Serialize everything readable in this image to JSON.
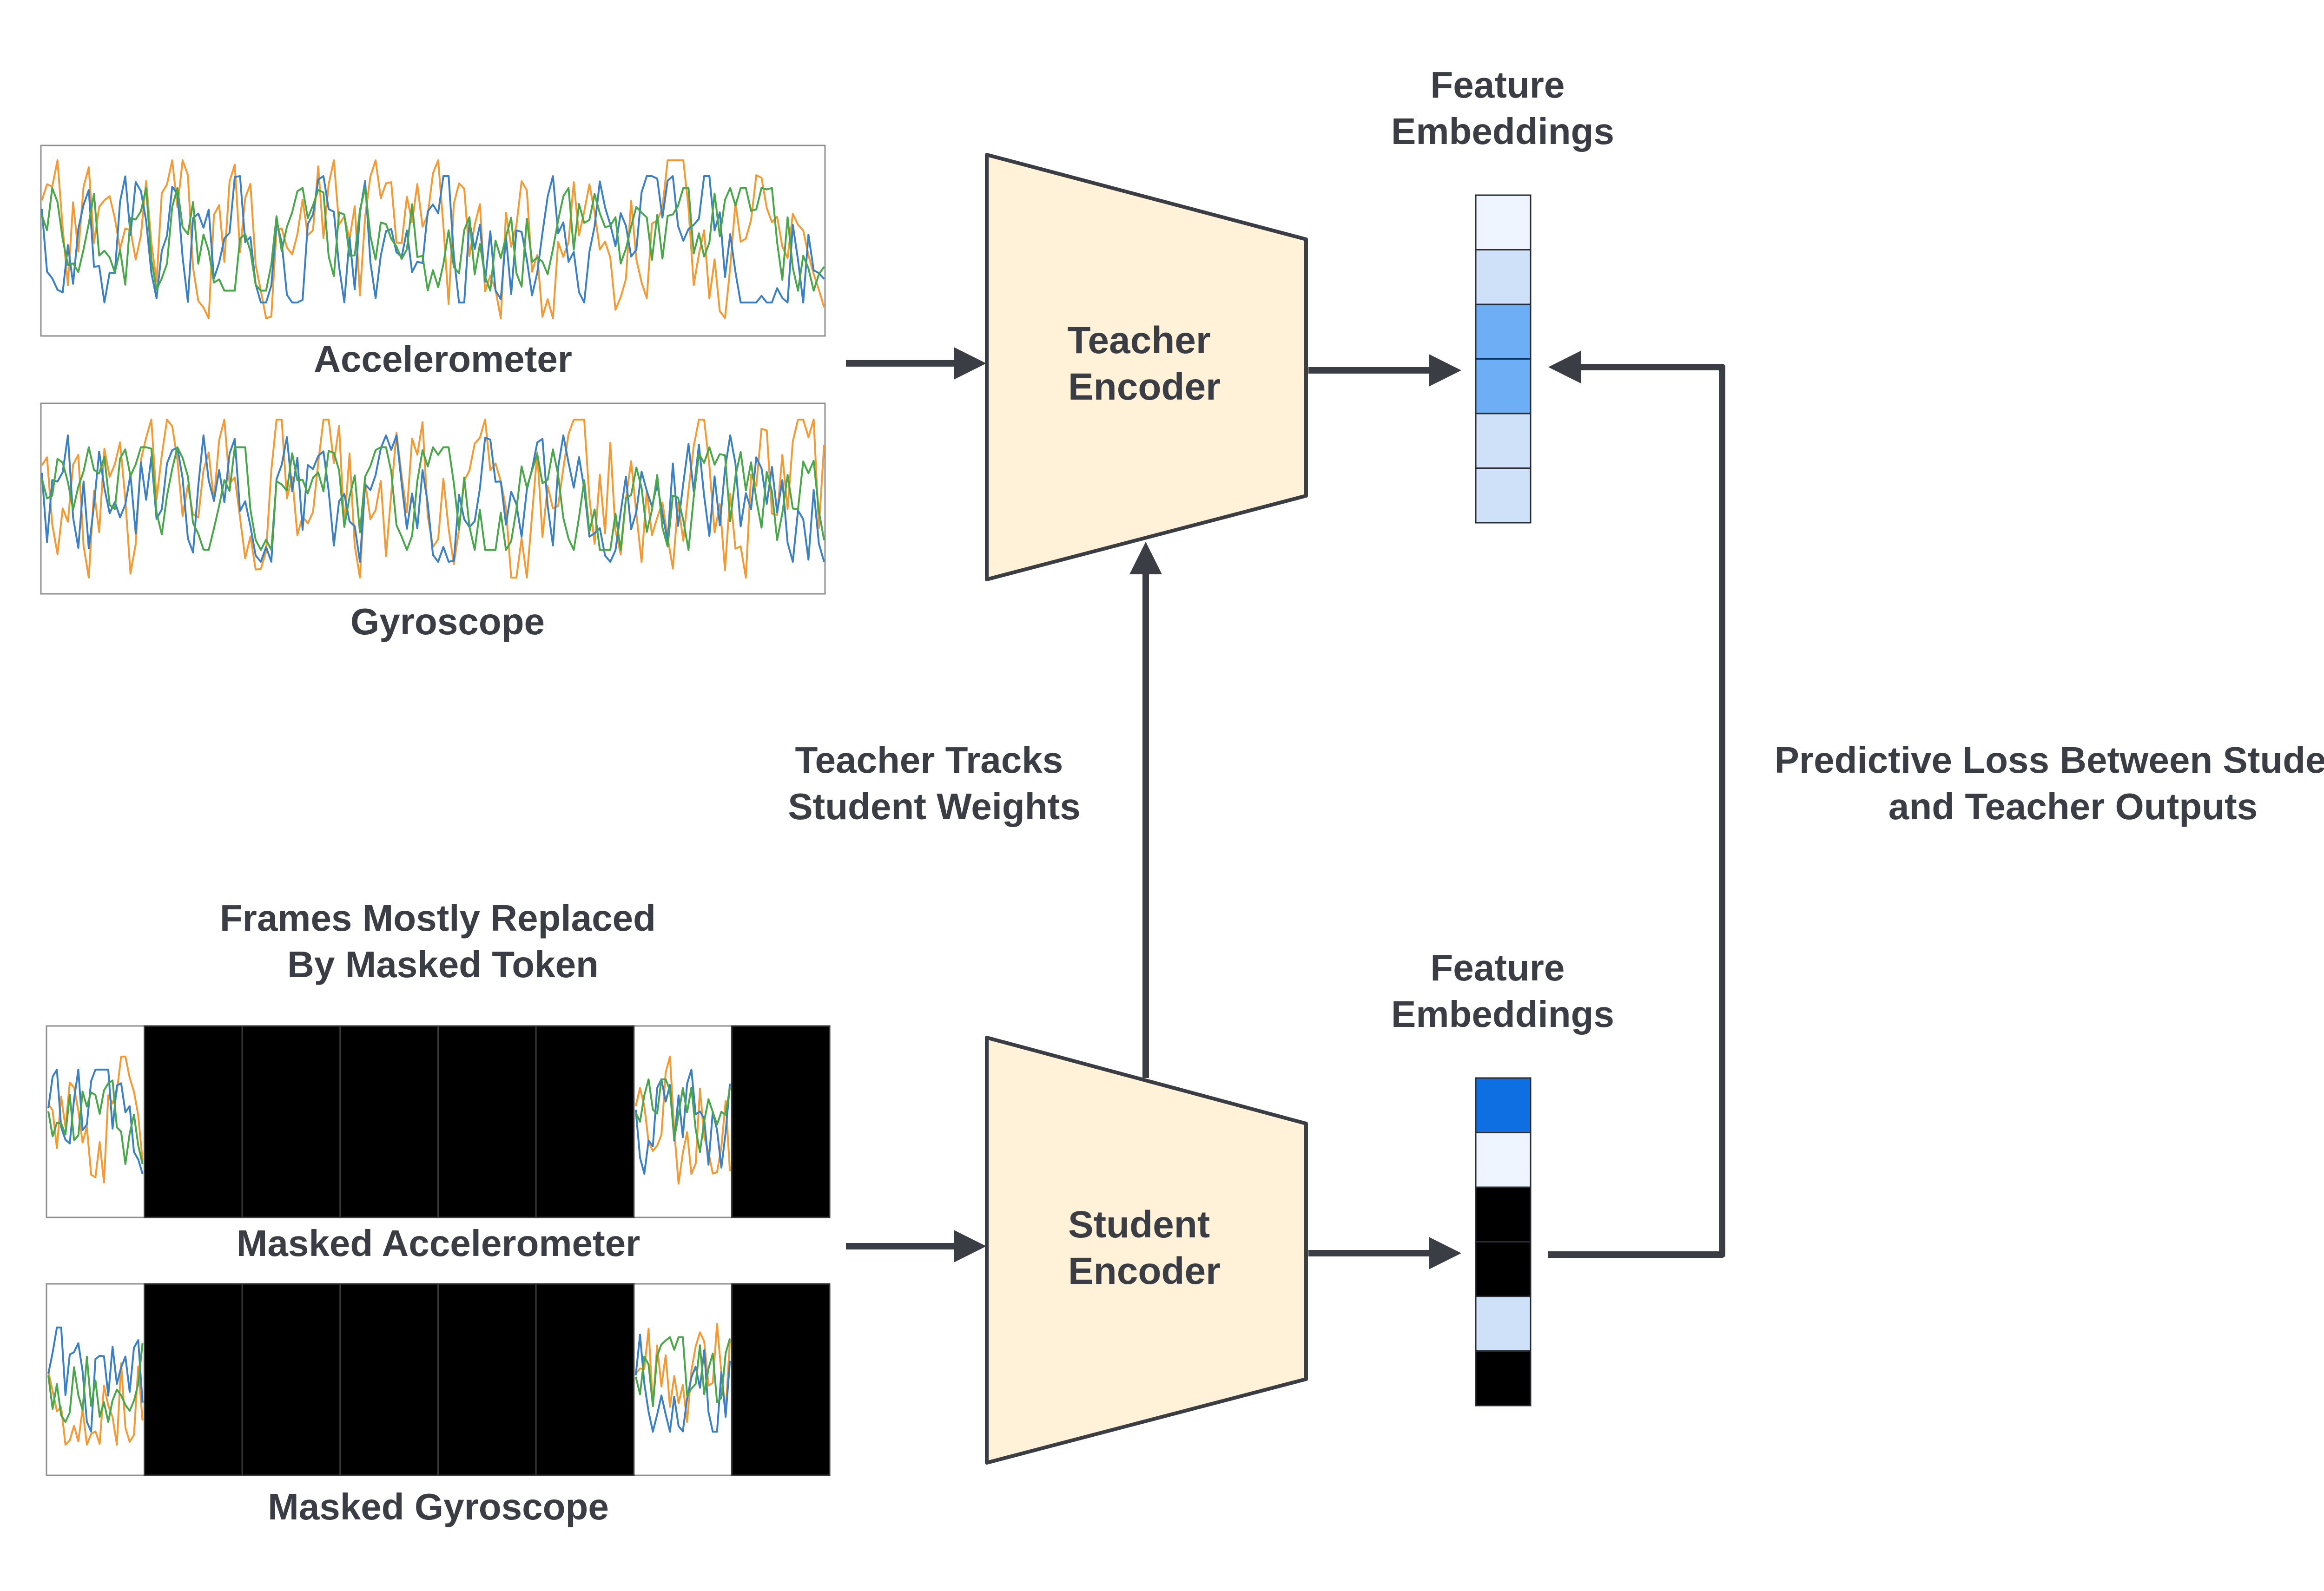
{
  "top": {
    "accelerometer_label": "Accelerometer",
    "gyroscope_label": "Gyroscope",
    "teacher_line1": "Teacher",
    "teacher_line2": "Encoder",
    "embed_line1": "Feature",
    "embed_line2": "Embeddings",
    "embedding_cells": [
      "#eef5fe",
      "#cfe1f9",
      "#6eaef5",
      "#6eaef5",
      "#cfe1f9",
      "#cfe1f9"
    ]
  },
  "middle": {
    "tracks_line1": "Teacher Tracks",
    "tracks_line2": "Student Weights",
    "loss_line1": "Predictive Loss Between Student",
    "loss_line2": "and Teacher Outputs"
  },
  "bottom": {
    "masked_title_line1": "Frames Mostly Replaced",
    "masked_title_line2": "By Masked Token",
    "masked_accelerometer_label": "Masked Accelerometer",
    "masked_gyroscope_label": "Masked Gyroscope",
    "student_line1": "Student",
    "student_line2": "Encoder",
    "embed_line1": "Feature",
    "embed_line2": "Embeddings",
    "embedding_cells": [
      "#0e6fe3",
      "#eef5fe",
      "#000000",
      "#000000",
      "#cfe1f9",
      "#000000"
    ],
    "frame_mask": [
      false,
      true,
      true,
      true,
      true,
      true,
      false,
      true
    ]
  },
  "colors": {
    "series_blue": "#3b7fc4",
    "series_orange": "#f39a34",
    "series_green": "#4aa64a",
    "encoder_fill": "#fff2d8",
    "stroke": "#3a3d44",
    "mask": "#000000"
  }
}
